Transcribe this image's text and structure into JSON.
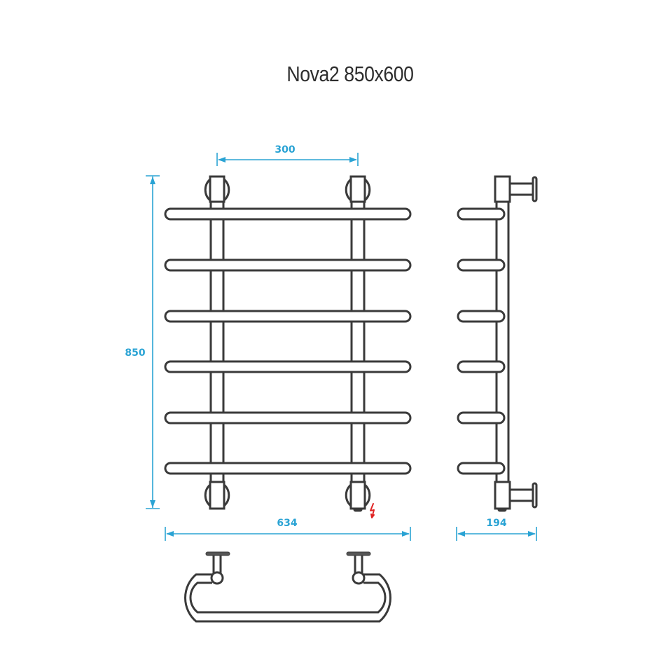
{
  "title": "Nova2 850x600",
  "colors": {
    "dimension": "#2aa3d4",
    "outline": "#3a3a3a",
    "electric_symbol": "#e02424",
    "background": "#ffffff"
  },
  "dimensions": {
    "center_distance": "300",
    "height": "850",
    "width": "634",
    "depth": "194"
  },
  "views": {
    "front": {
      "rungs": 6,
      "risers": 2,
      "wall_mounts": 4
    },
    "side": {
      "rungs": 6,
      "wall_mounts": 2
    },
    "top": {
      "wall_mounts": 2
    }
  },
  "icons": {
    "electric": "lightning-bolt-icon"
  }
}
